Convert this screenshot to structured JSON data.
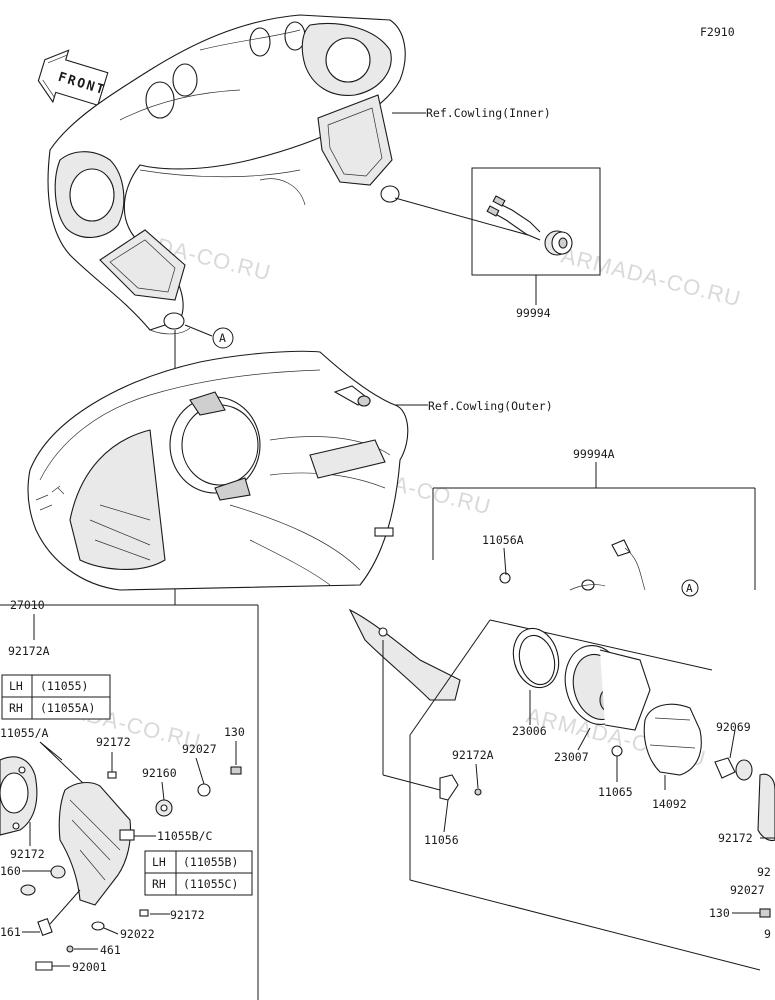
{
  "figure_code": "F2910",
  "front_arrow_label": "FRONT",
  "ref_cowling_inner": "Ref.Cowling(Inner)",
  "ref_cowling_outer": "Ref.Cowling(Outer)",
  "watermark": "ARMADA-CO.RU",
  "callout_a": "A",
  "parts": {
    "p99994": "99994",
    "p99994A": "99994A",
    "p11056A": "11056A",
    "p27010": "27010",
    "p92172A_left": "92172A",
    "p11055A_slash": "11055/A",
    "p92172_a": "92172",
    "p92027_a": "92027",
    "p130_a": "130",
    "p92160_a": "92160",
    "p11055BC": "11055B/C",
    "p92172_b": "92172",
    "p160": "160",
    "p161": "161",
    "p92172_c": "92172",
    "p92022": "92022",
    "p461": "461",
    "p92001": "92001",
    "p23006": "23006",
    "p23007": "23007",
    "p11065": "11065",
    "p14092": "14092",
    "p92069": "92069",
    "p92172A_mid": "92172A",
    "p11056": "11056",
    "p92172_right": "92172",
    "p92_right": "92",
    "p92027_right": "92027",
    "p130_right": "130",
    "p92_right2": "9"
  },
  "table_lh_rh_1": {
    "rows": [
      {
        "side": "LH",
        "code": "(11055)"
      },
      {
        "side": "RH",
        "code": "(11055A)"
      }
    ]
  },
  "table_lh_rh_2": {
    "rows": [
      {
        "side": "LH",
        "code": "(11055B)"
      },
      {
        "side": "RH",
        "code": "(11055C)"
      }
    ]
  }
}
